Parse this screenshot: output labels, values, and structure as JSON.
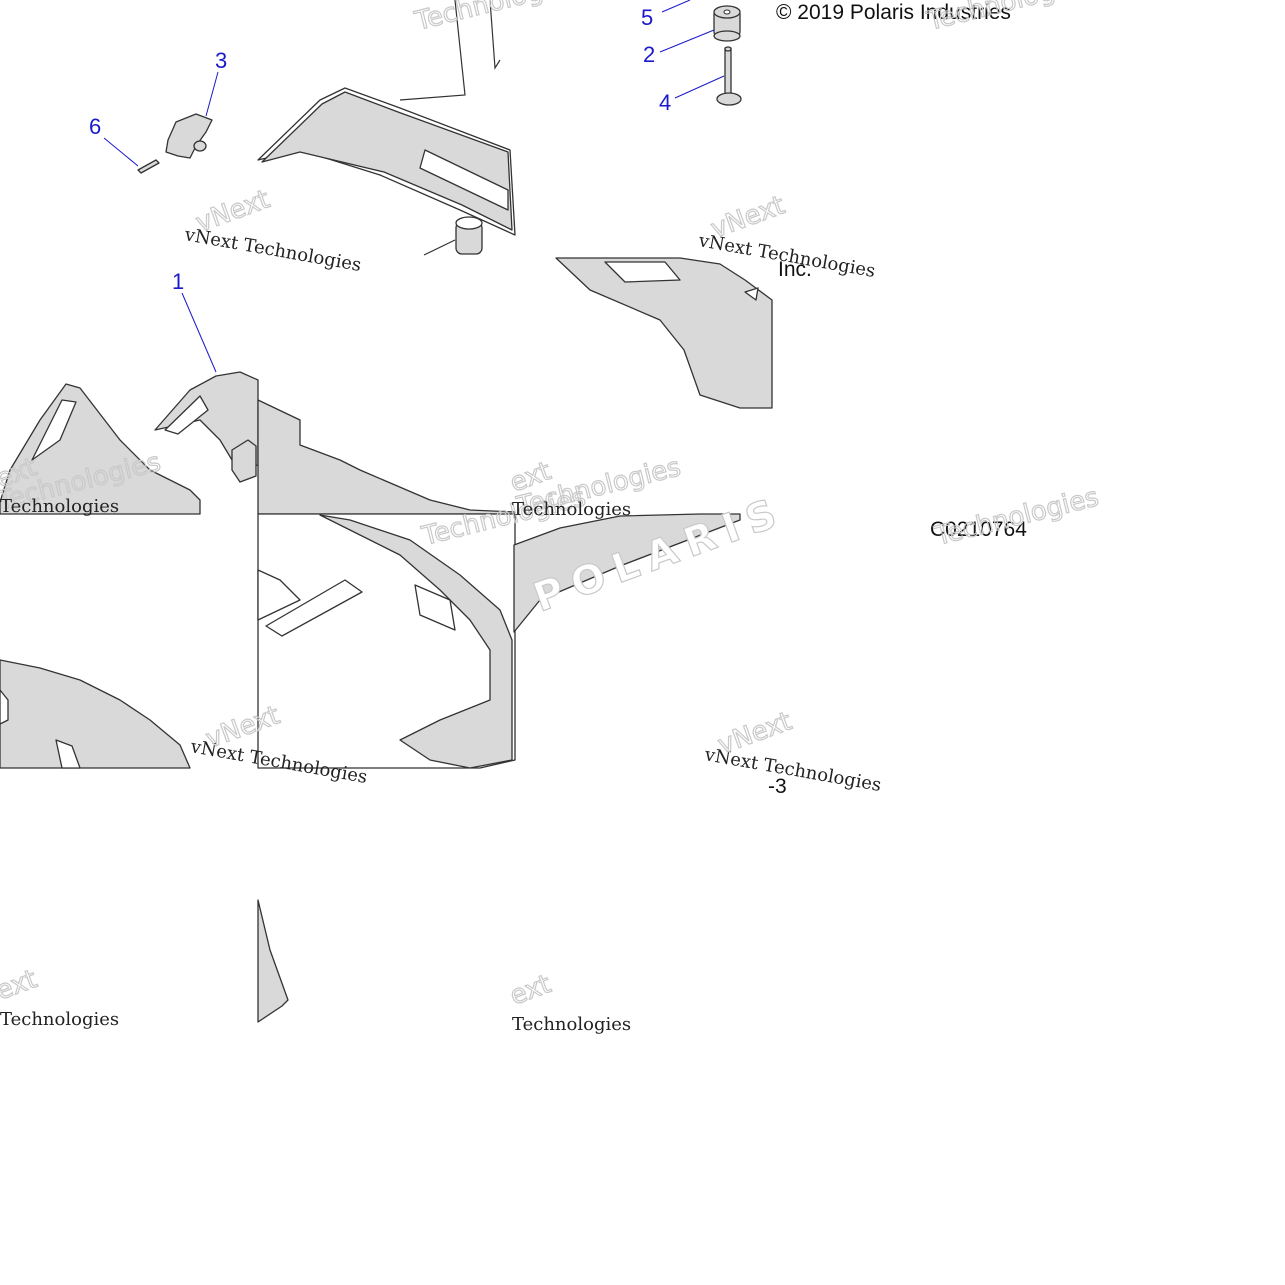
{
  "diagram": {
    "copyright": "© 2019 Polaris Industries",
    "copyright_suffix": "Inc.",
    "figure_code": "C0210764",
    "page_ref": "-3",
    "watermark_tech": "Technologies",
    "watermark_vnext": "vNext Technologies",
    "watermark_vne": "vNext",
    "watermark_ext": "ext",
    "watermark_logo": "POLARIS",
    "callout_color": "#1a1acc",
    "callouts": [
      {
        "label": "5"
      },
      {
        "label": "2"
      },
      {
        "label": "4"
      },
      {
        "label": "3"
      },
      {
        "label": "6"
      },
      {
        "label": "1"
      }
    ]
  }
}
